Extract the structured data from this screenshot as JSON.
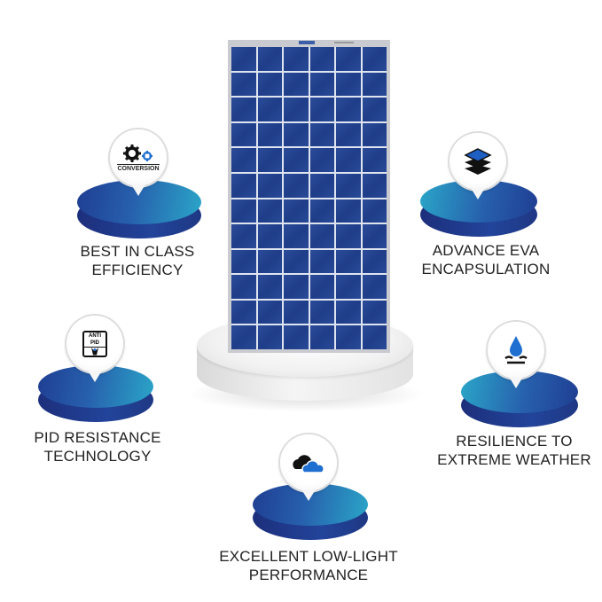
{
  "features": [
    {
      "icon": "gears-icon",
      "icon_text": "CONVERSION",
      "line1": "BEST IN CLASS",
      "line2": "EFFICIENCY"
    },
    {
      "icon": "layers-icon",
      "line1": "ADVANCE EVA",
      "line2": "ENCAPSULATION"
    },
    {
      "icon": "anti-pid-icon",
      "icon_text": "ANTI PID",
      "line1": "PID RESISTANCE",
      "line2": "TECHNOLOGY"
    },
    {
      "icon": "water-drop-icon",
      "line1": "RESILIENCE TO",
      "line2": "EXTREME WEATHER"
    },
    {
      "icon": "clouds-icon",
      "line1": "EXCELLENT LOW-LIGHT",
      "line2": "PERFORMANCE"
    }
  ],
  "colors": {
    "disc_dark": "#1f3e92",
    "disc_light": "#2aa6c8",
    "panel_cell": "#2b4c9a"
  }
}
